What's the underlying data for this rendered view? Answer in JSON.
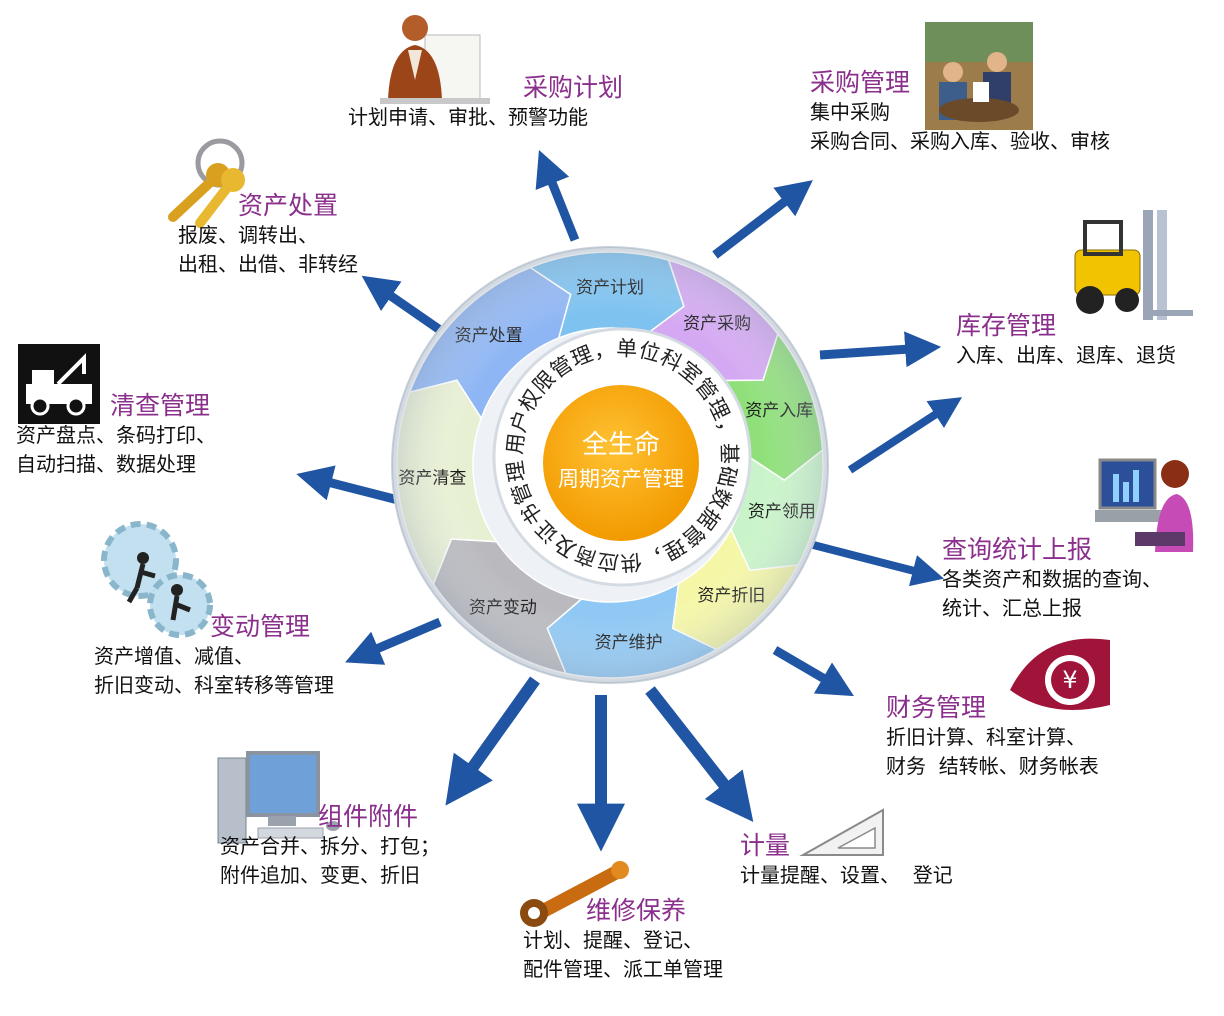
{
  "center": {
    "line1": "全生命",
    "line2": "周期资产管理"
  },
  "inner_ring_text": "用户权限管理，单位科室管理，基础数据管理，供应商及证书管理，",
  "cycle": [
    {
      "label": "资产计划",
      "color": "#7ec2f0"
    },
    {
      "label": "资产采购",
      "color": "#d4a8f2"
    },
    {
      "label": "资产入库",
      "color": "#8fe07a"
    },
    {
      "label": "资产领用",
      "color": "#c9f4c9"
    },
    {
      "label": "资产折旧",
      "color": "#f5f7a6"
    },
    {
      "label": "资产维护",
      "color": "#8fc8f4"
    },
    {
      "label": "资产变动",
      "color": "#b9b9be"
    },
    {
      "label": "资产清查",
      "color": "#e8f0d4"
    },
    {
      "label": "资产处置",
      "color": "#8fb6f4"
    }
  ],
  "modules": [
    {
      "title": "采购计划",
      "lines": [
        "计划申请、审批、预警功能"
      ],
      "icon": "businessman-icon"
    },
    {
      "title": "采购管理",
      "lines": [
        "集中采购",
        "采购合同、采购入库、验收、审核"
      ],
      "icon": "meeting-icon"
    },
    {
      "title": "库存管理",
      "lines": [
        "入库、出库、退库、退货"
      ],
      "icon": "forklift-icon"
    },
    {
      "title": "查询统计上报",
      "lines": [
        "各类资产和数据的查询、",
        "统计、汇总上报"
      ],
      "icon": "computer-user-icon"
    },
    {
      "title": "财务管理",
      "lines": [
        "折旧计算、科室计算、",
        "财务  结转帐、财务帐表"
      ],
      "icon": "yen-icon"
    },
    {
      "title": "计量",
      "lines": [
        "计量提醒、设置、  登记"
      ],
      "icon": "triangle-ruler-icon"
    },
    {
      "title": "维修保养",
      "lines": [
        "计划、提醒、登记、",
        "配件管理、派工单管理"
      ],
      "icon": "wrench-icon"
    },
    {
      "title": "组件附件",
      "lines": [
        "资产合并、拆分、打包；",
        "附件追加、变更、折旧"
      ],
      "icon": "desktop-computer-icon"
    },
    {
      "title": "变动管理",
      "lines": [
        "资产增值、减值、",
        "折旧变动、科室转移等管理"
      ],
      "icon": "gears-people-icon"
    },
    {
      "title": "清查管理",
      "lines": [
        "资产盘点、条码打印、",
        "自动扫描、数据处理"
      ],
      "icon": "tow-truck-icon"
    },
    {
      "title": "资产处置",
      "lines": [
        "报废、调转出、",
        "出租、出借、非转经"
      ],
      "icon": "keys-icon"
    }
  ],
  "colors": {
    "title": "#8a2f8c",
    "arrow": "#1f55a3",
    "center": "#f5a000"
  }
}
